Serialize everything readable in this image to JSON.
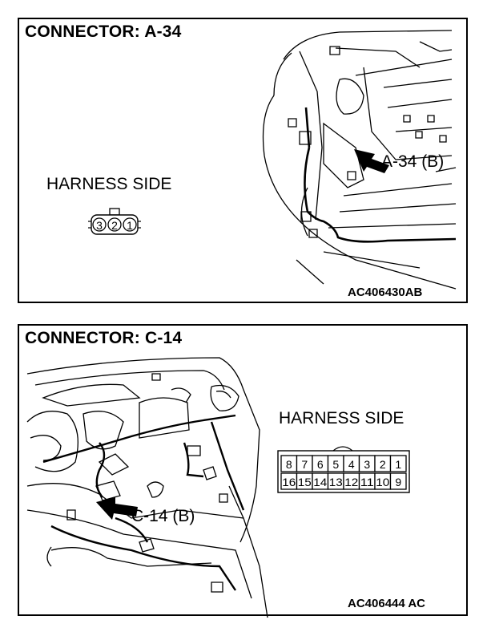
{
  "panels": [
    {
      "title": "CONNECTOR: A-34",
      "harness_label": "HARNESS SIDE",
      "callout": "A-34 (B)",
      "figure_code": "AC406430AB",
      "pins": [
        "3",
        "2",
        "1"
      ]
    },
    {
      "title": "CONNECTOR: C-14",
      "harness_label": "HARNESS SIDE",
      "callout": "C-14 (B)",
      "figure_code": "AC406444 AC",
      "pins_top": [
        "8",
        "7",
        "6",
        "5",
        "4",
        "3",
        "2",
        "1"
      ],
      "pins_bottom": [
        "16",
        "15",
        "14",
        "13",
        "12",
        "11",
        "10",
        "9"
      ]
    }
  ]
}
